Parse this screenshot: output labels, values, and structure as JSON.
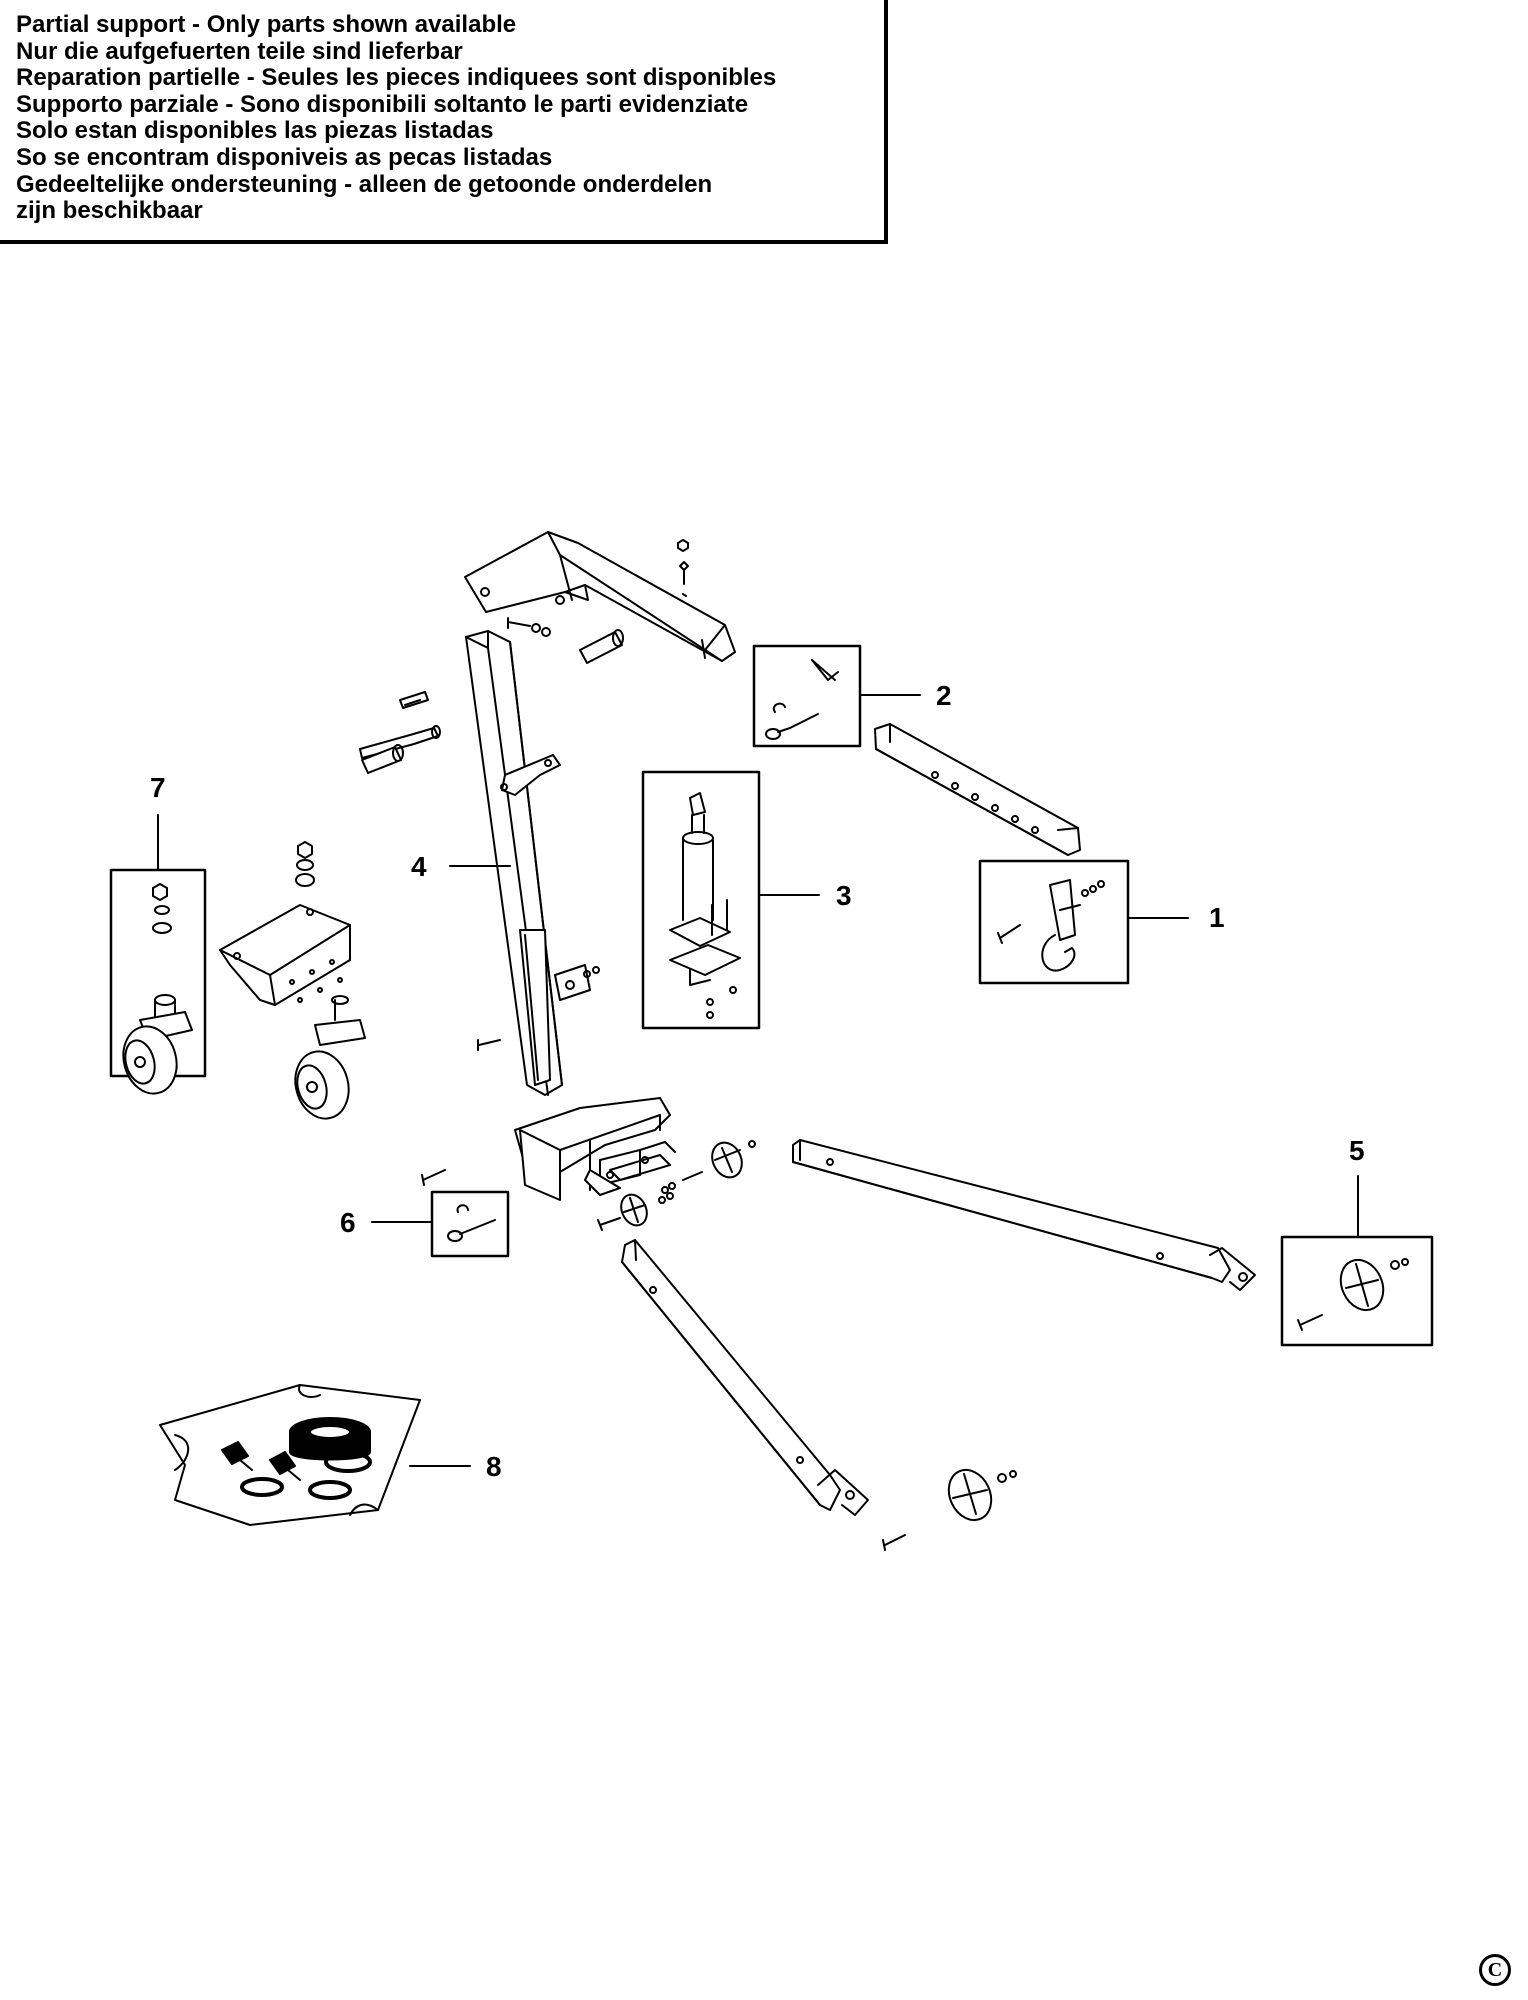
{
  "notice": {
    "lines": [
      "Partial support - Only parts shown available",
      "Nur die aufgefuerten teile sind lieferbar",
      "Reparation partielle - Seules les pieces indiquees sont disponibles",
      "Supporto parziale - Sono disponibili soltanto le parti evidenziate",
      "Solo estan disponibles las piezas listadas",
      "So se encontram disponiveis as pecas listadas",
      "Gedeeltelijke ondersteuning - alleen de getoonde onderdelen",
      "zijn beschikbaar"
    ]
  },
  "callouts": [
    "1",
    "2",
    "3",
    "4",
    "5",
    "6",
    "7",
    "8"
  ],
  "copyright_symbol": "C"
}
